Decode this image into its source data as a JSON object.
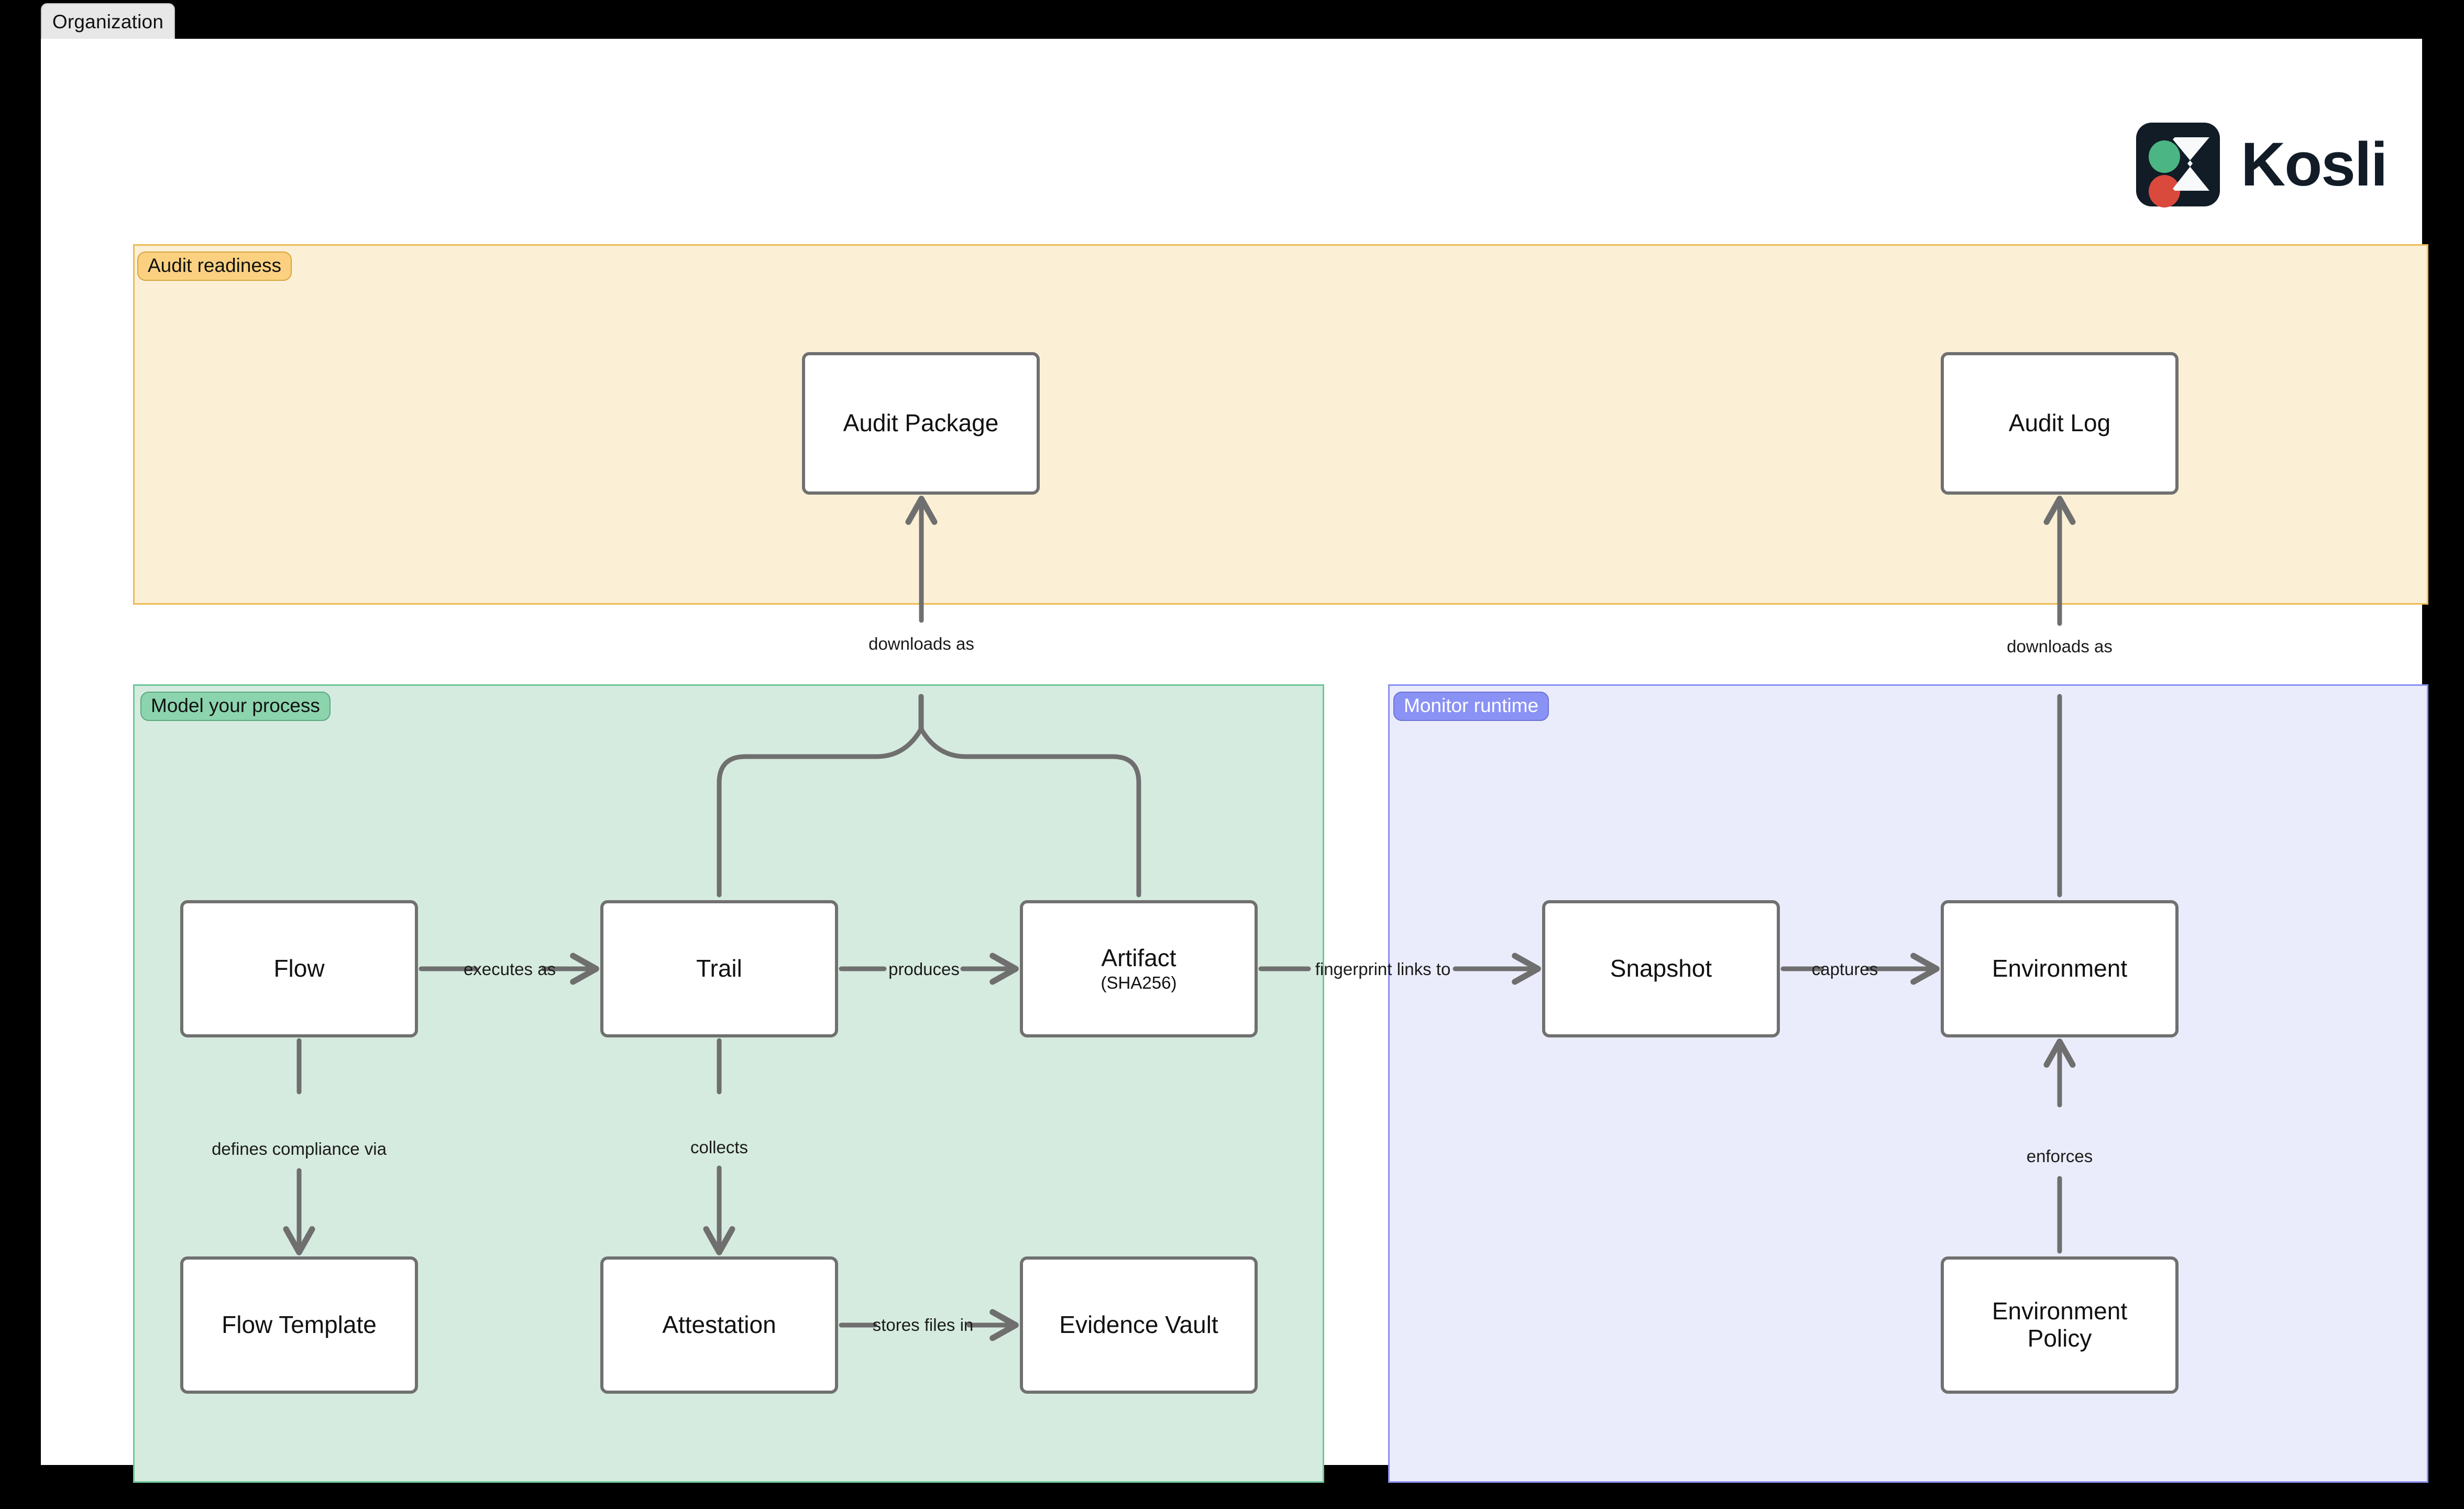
{
  "window": {
    "tab_label": "Organization"
  },
  "brand": {
    "wordmark": "Kosli",
    "mark_bg": "#111c27",
    "dot_green": "#4bb583",
    "dot_red": "#d9493c",
    "chevron": "#f7f9fb"
  },
  "panels": [
    {
      "id": "audit",
      "badge": "Audit readiness",
      "fill": "#fbefd6",
      "border": "#edbc55",
      "badge_fill": "#fbd181",
      "badge_text": "#111111"
    },
    {
      "id": "model",
      "badge": "Model your process",
      "fill": "#d6ebdf",
      "border": "#6ec79a",
      "badge_fill": "#8cd4ae",
      "badge_text": "#111111"
    },
    {
      "id": "monitor",
      "badge": "Monitor runtime",
      "fill": "#ebecfb",
      "border": "#8a90f0",
      "badge_fill": "#8b92f5",
      "badge_text": "#ffffff"
    }
  ],
  "nodes": {
    "audit_package": {
      "title": "Audit Package",
      "sub": ""
    },
    "audit_log": {
      "title": "Audit Log",
      "sub": ""
    },
    "flow": {
      "title": "Flow",
      "sub": ""
    },
    "trail": {
      "title": "Trail",
      "sub": ""
    },
    "artifact": {
      "title": "Artifact",
      "sub": "(SHA256)"
    },
    "flow_template": {
      "title": "Flow Template",
      "sub": ""
    },
    "attestation": {
      "title": "Attestation",
      "sub": ""
    },
    "evidence_vault": {
      "title": "Evidence Vault",
      "sub": ""
    },
    "snapshot": {
      "title": "Snapshot",
      "sub": ""
    },
    "environment": {
      "title": "Environment",
      "sub": ""
    },
    "environment_policy": {
      "title": "Environment Policy",
      "line1": "Environment",
      "line2": "Policy"
    }
  },
  "edges": {
    "flow_to_trail": "executes as",
    "trail_to_artifact": "produces",
    "artifact_to_snapshot": "fingerprint links to",
    "snapshot_to_environment": "captures",
    "flow_to_flow_template": "defines compliance via",
    "trail_to_attestation": "collects",
    "attestation_to_vault": "stores files in",
    "envpolicy_to_environment": "enforces",
    "to_audit_package": "downloads as",
    "to_audit_log": "downloads as"
  },
  "style": {
    "node_border": "#707070",
    "wire": "#6f6f6f",
    "text": "#111111"
  }
}
